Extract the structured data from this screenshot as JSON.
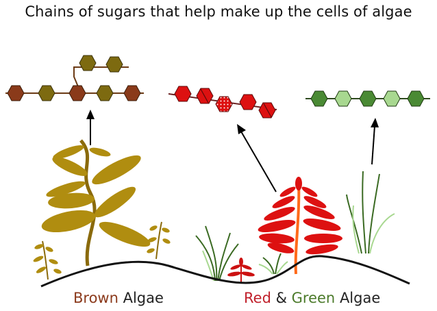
{
  "title": "Chains of sugars that help make up the cells of algae",
  "labels": {
    "brown_group": {
      "word1": "Brown",
      "word2": "Algae"
    },
    "red_green_group": {
      "word1": "Red",
      "amp": " & ",
      "word2": "Green",
      "word3": "Algae"
    }
  },
  "colors": {
    "brown": "#8a3a1a",
    "brown_light": "#7d6a10",
    "red": "#dd1111",
    "green_dark": "#4a8a34",
    "green_light": "#a8d890",
    "ground": "#111111",
    "label_brown": "#8b3a1c",
    "label_red": "#c0202b",
    "label_green": "#4b7a2a",
    "label_text": "#222222"
  }
}
